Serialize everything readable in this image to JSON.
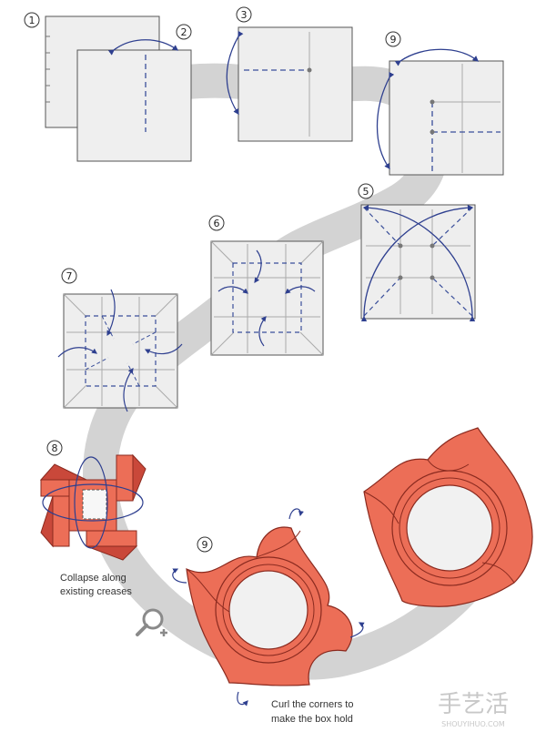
{
  "steps": [
    {
      "label": "1"
    },
    {
      "label": "2"
    },
    {
      "label": "3"
    },
    {
      "label": "9"
    },
    {
      "label": "5"
    },
    {
      "label": "6"
    },
    {
      "label": "7"
    },
    {
      "label": "8"
    },
    {
      "label": "9"
    }
  ],
  "captions": {
    "step8_line1": "Collapse along",
    "step8_line2": "existing creases",
    "step9_line1": "Curl the corners to",
    "step9_line2": "make the box hold"
  },
  "watermark": {
    "chinese": "手艺活",
    "url": "SHOUYIHUO.COM"
  },
  "icons": {
    "zoom": "magnify-plus-icon"
  },
  "colors": {
    "paper": "#eeeeee",
    "paper_border": "#555555",
    "crease": "#3a4f9a",
    "arrow": "#2e3f8f",
    "path_band": "#cfcfcf",
    "model_fill": "#ec6e57",
    "model_shade": "#c9483a"
  }
}
